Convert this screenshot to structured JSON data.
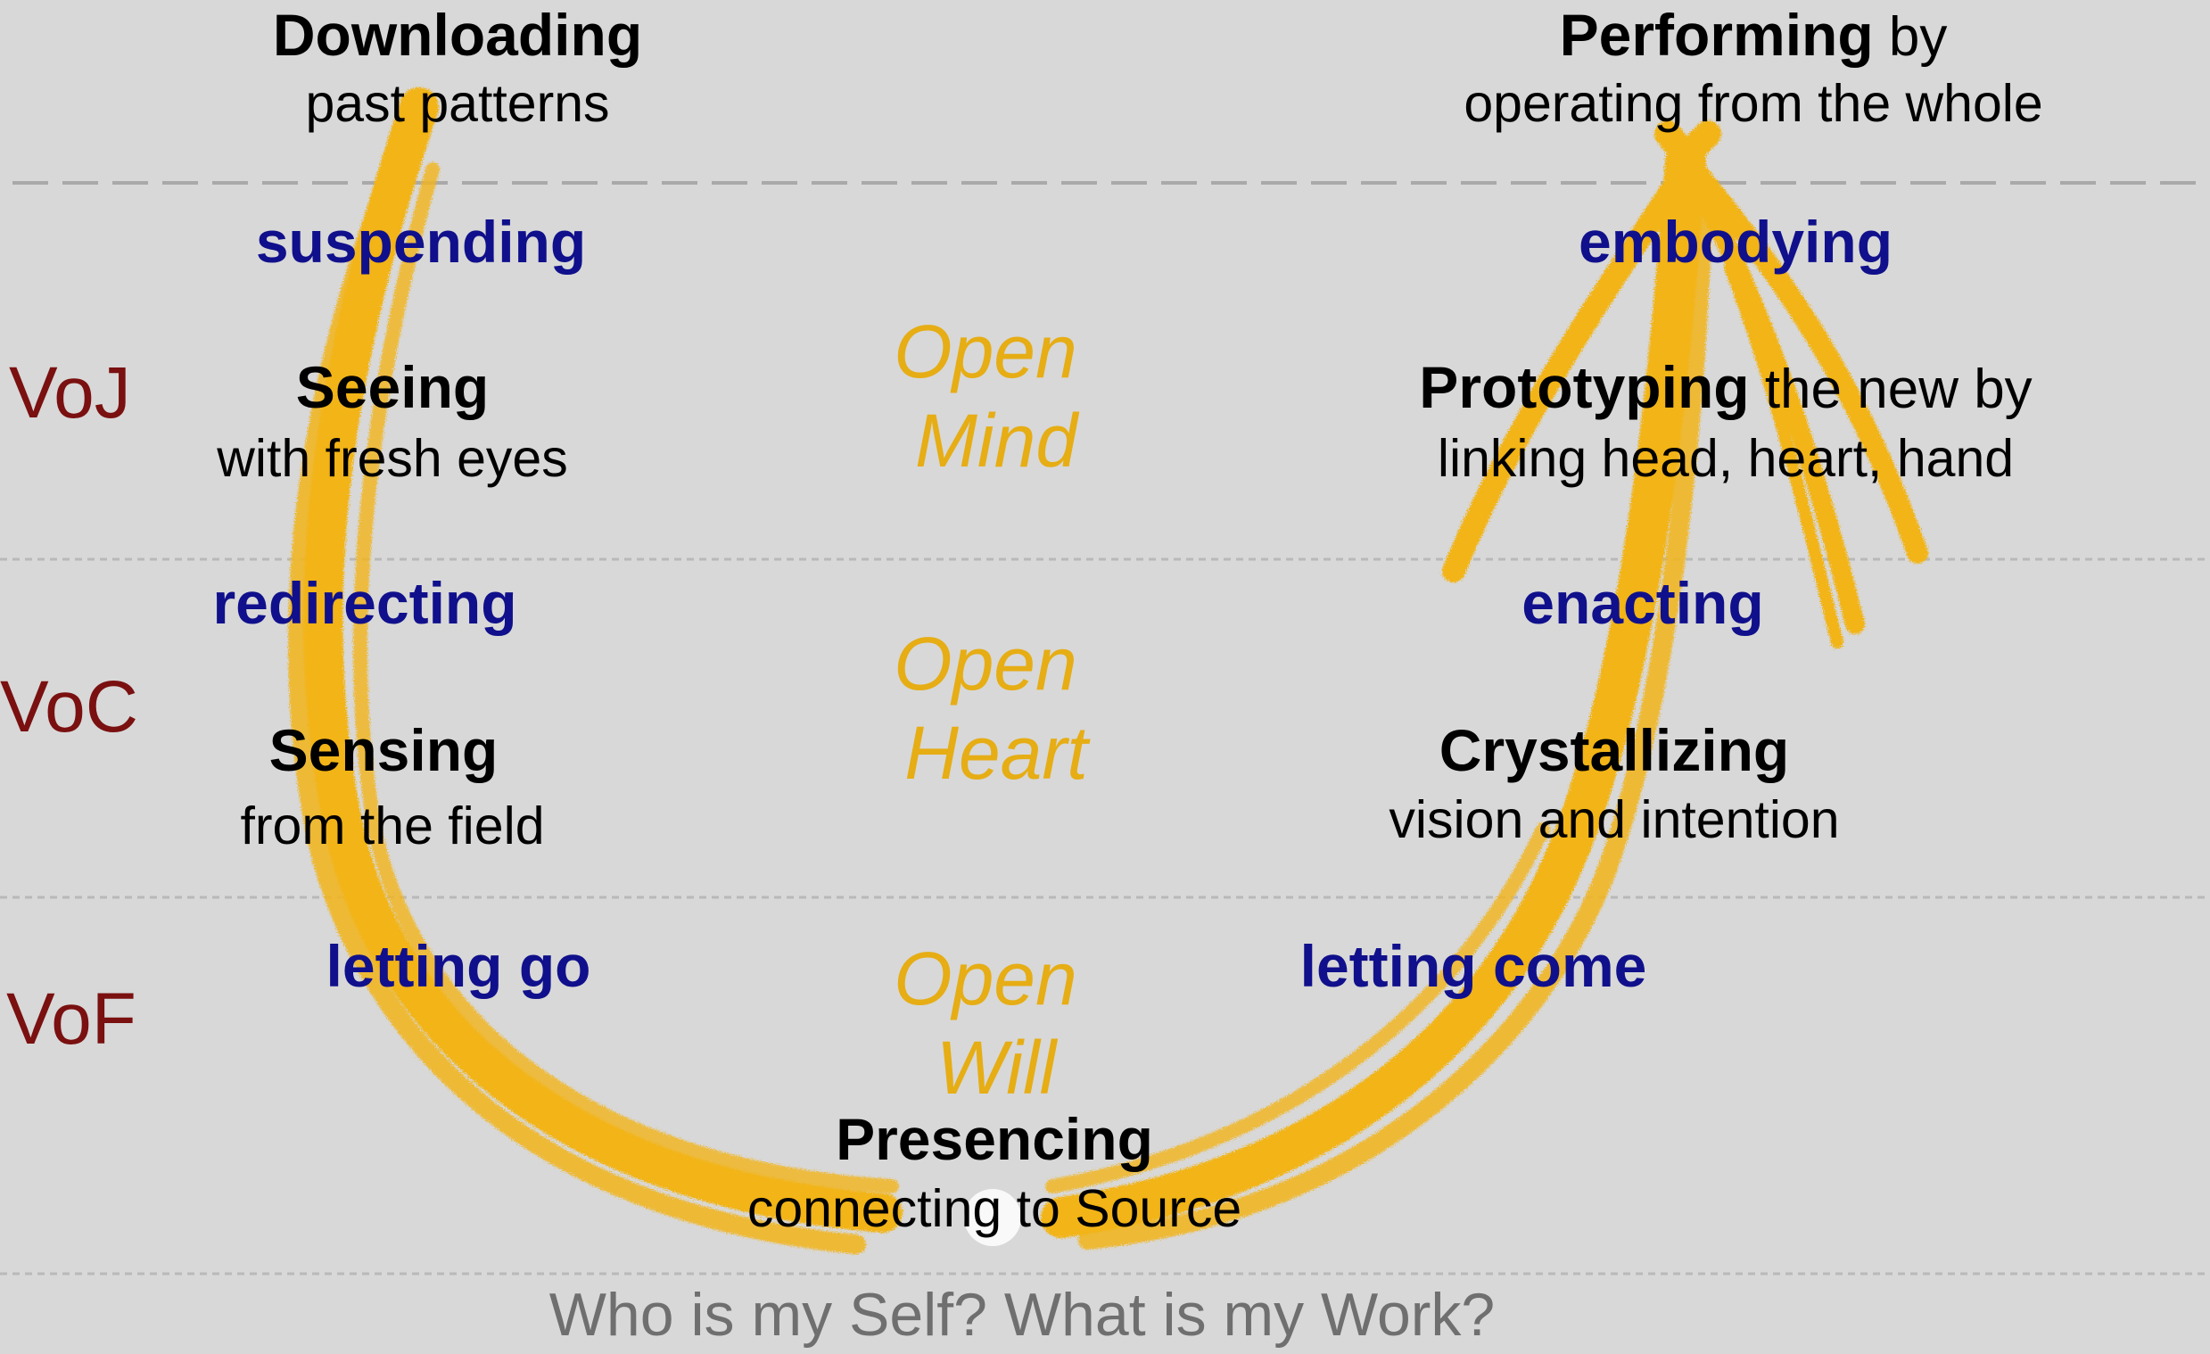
{
  "colors": {
    "background": "#d8d8d8",
    "arrow": "#f2b419",
    "action_text": "#10108c",
    "level_text": "#7a1010",
    "open_text": "#e6ad14",
    "question_text": "#6f6f6f"
  },
  "left": {
    "downloading": {
      "title": "Downloading",
      "subtitle": "past patterns"
    },
    "suspending": "suspending",
    "seeing": {
      "title": "Seeing",
      "subtitle": "with fresh eyes"
    },
    "redirecting": "redirecting",
    "sensing": {
      "title": "Sensing",
      "subtitle": "from the field"
    },
    "letting_go": "letting go"
  },
  "bottom": {
    "presencing": {
      "title": "Presencing",
      "subtitle": "connecting to Source"
    },
    "question": "Who is my Self? What is my Work?"
  },
  "right": {
    "performing": {
      "title": "Performing",
      "title_suffix": " by",
      "subtitle": "operating from the whole"
    },
    "embodying": "embodying",
    "prototyping": {
      "title": "Prototyping",
      "title_suffix": " the new by",
      "subtitle": "linking head, heart, hand"
    },
    "enacting": "enacting",
    "crystallizing": {
      "title": "Crystallizing",
      "subtitle": "vision and intention"
    },
    "letting_come": "letting come"
  },
  "levels": [
    "VoJ",
    "VoC",
    "VoF"
  ],
  "center": {
    "mind": {
      "line1": "Open",
      "line2": "Mind"
    },
    "heart": {
      "line1": "Open",
      "line2": "Heart"
    },
    "will": {
      "line1": "Open",
      "line2": "Will"
    }
  }
}
